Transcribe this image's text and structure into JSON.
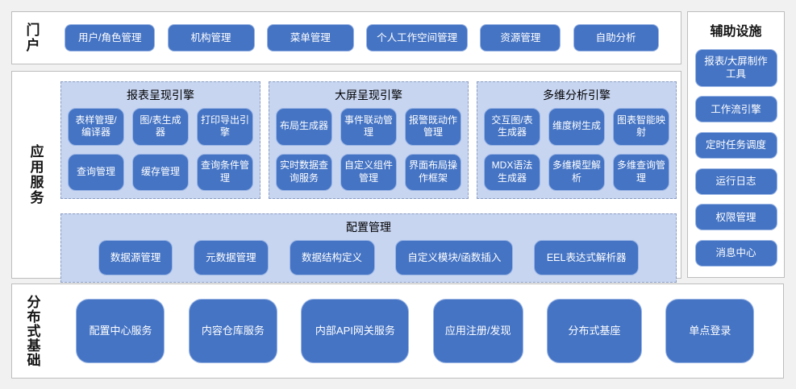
{
  "colors": {
    "background": "#f1f1f1",
    "section_bg": "#ffffff",
    "section_border": "#bdbdbd",
    "module_blue": "#4574c4",
    "module_border": "#9ab5e4",
    "module_text": "#ffffff",
    "panel_blue": "#c7d5f1",
    "panel_dashed_border": "#8a9cc0",
    "label_text": "#151515"
  },
  "portal": {
    "label": "门户",
    "buttons": [
      "用户/角色管理",
      "机构管理",
      "菜单管理",
      "个人工作空间管理",
      "资源管理",
      "自助分析"
    ]
  },
  "app_services": {
    "label": "应用服务",
    "engines": [
      {
        "title": "报表呈现引擎",
        "buttons": [
          "表样管理/编译器",
          "图/表生成器",
          "打印导出引擎",
          "查询管理",
          "缓存管理",
          "查询条件管理"
        ]
      },
      {
        "title": "大屏呈现引擎",
        "buttons": [
          "布局生成器",
          "事件联动管理",
          "报警既动作管理",
          "实时数据查询服务",
          "自定义组件管理",
          "界面布局操作框架"
        ]
      },
      {
        "title": "多维分析引擎",
        "buttons": [
          "交互图/表生成器",
          "维度树生成",
          "图表智能映射",
          "MDX语法生成器",
          "多维模型解析",
          "多维查询管理"
        ]
      }
    ],
    "config": {
      "title": "配置管理",
      "buttons": [
        "数据源管理",
        "元数据管理",
        "数据结构定义",
        "自定义模块/函数插入",
        "EEL表达式解析器"
      ]
    }
  },
  "auxiliary": {
    "title": "辅助设施",
    "buttons": [
      "报表/大屏制作工具",
      "工作流引擎",
      "定时任务调度",
      "运行日志",
      "权限管理",
      "消息中心"
    ]
  },
  "distributed": {
    "label": "分布式基础",
    "buttons": [
      "配置中心服务",
      "内容仓库服务",
      "内部API网关服务",
      "应用注册/发现",
      "分布式基座",
      "单点登录"
    ]
  }
}
